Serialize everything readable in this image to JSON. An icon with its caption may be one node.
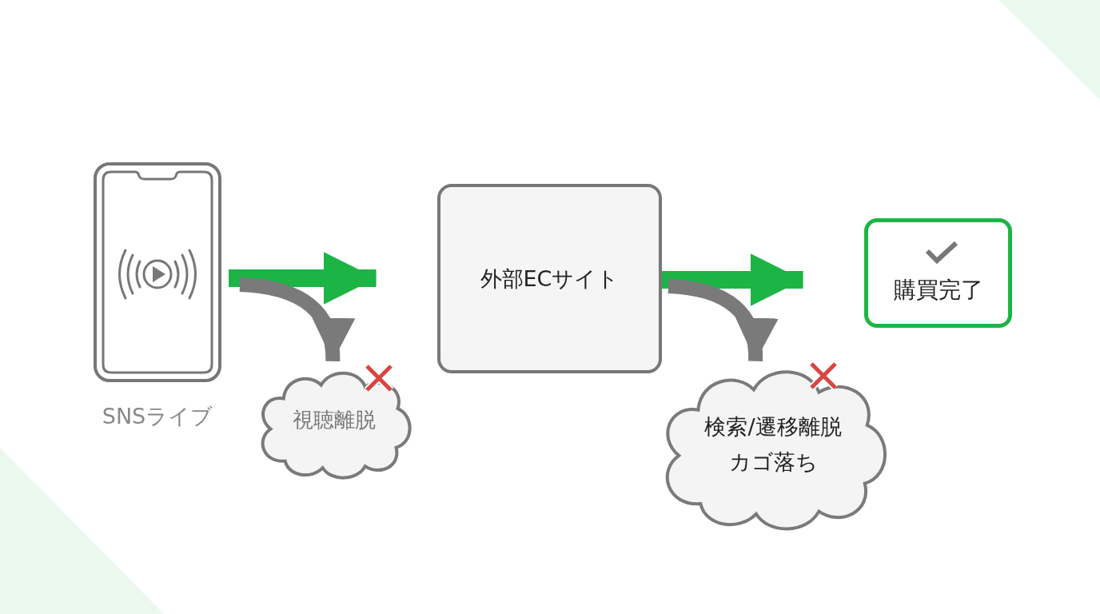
{
  "diagram": {
    "nodes": [
      {
        "text": [
          "SNSライブ"
        ]
      },
      {
        "text": [
          "視聴離脱"
        ]
      },
      {
        "text": [
          "外部ECサイト"
        ]
      },
      {
        "text": [
          "検索/遷移離脱",
          "カゴ落ち"
        ]
      },
      {
        "text": [
          "購買完了"
        ]
      }
    ],
    "edges": [
      {
        "from": 0,
        "to": 2,
        "arrow": "to",
        "color": "#1db446"
      },
      {
        "from": 0,
        "to": 1,
        "arrow": "to",
        "color": "#7a7a7a"
      },
      {
        "from": 2,
        "to": 4,
        "arrow": "to",
        "color": "#1db446"
      },
      {
        "from": 2,
        "to": 3,
        "arrow": "to",
        "color": "#7a7a7a"
      }
    ]
  }
}
